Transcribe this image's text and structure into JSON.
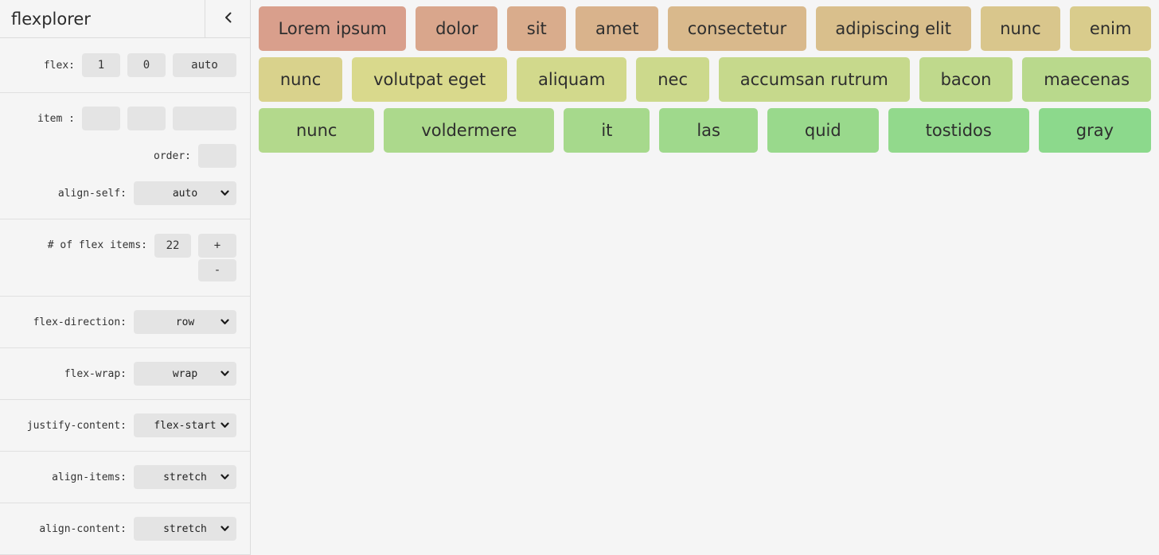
{
  "app": {
    "title": "flexplorer"
  },
  "sidebar": {
    "flex": {
      "label": "flex:",
      "values": [
        "1",
        "0",
        "auto"
      ]
    },
    "item": {
      "label": "item :",
      "values": [
        "",
        "",
        ""
      ]
    },
    "order": {
      "label": "order:",
      "value": ""
    },
    "align_self": {
      "label": "align-self:",
      "value": "auto"
    },
    "num_items": {
      "label": "# of flex items:",
      "value": "22",
      "increment": "+",
      "decrement": "-"
    },
    "flex_direction": {
      "label": "flex-direction:",
      "value": "row"
    },
    "flex_wrap": {
      "label": "flex-wrap:",
      "value": "wrap"
    },
    "justify_content": {
      "label": "justify-content:",
      "value": "flex-start"
    },
    "align_items": {
      "label": "align-items:",
      "value": "stretch"
    },
    "align_content": {
      "label": "align-content:",
      "value": "stretch"
    }
  },
  "flex_items": [
    {
      "label": "Lorem ipsum",
      "color": "#d99f8c",
      "row": 1
    },
    {
      "label": "dolor",
      "color": "#d9a68c",
      "row": 1
    },
    {
      "label": "sit",
      "color": "#d9ac8c",
      "row": 1
    },
    {
      "label": "amet",
      "color": "#d9b38c",
      "row": 1
    },
    {
      "label": "consectetur",
      "color": "#d9b98c",
      "row": 1
    },
    {
      "label": "adipiscing elit",
      "color": "#d9bf8c",
      "row": 1
    },
    {
      "label": "nunc",
      "color": "#d9c68c",
      "row": 1
    },
    {
      "label": "enim",
      "color": "#d9cc8c",
      "row": 1
    },
    {
      "label": "nunc",
      "color": "#d9d28c",
      "row": 2
    },
    {
      "label": "volutpat eget",
      "color": "#d9d98c",
      "row": 2
    },
    {
      "label": "aliquam",
      "color": "#d2d98c",
      "row": 2
    },
    {
      "label": "nec",
      "color": "#ccd98c",
      "row": 2
    },
    {
      "label": "accumsan rutrum",
      "color": "#c6d98c",
      "row": 2
    },
    {
      "label": "bacon",
      "color": "#bfd98c",
      "row": 2
    },
    {
      "label": "maecenas",
      "color": "#b9d98c",
      "row": 2
    },
    {
      "label": "nunc",
      "color": "#b3d98c",
      "row": 3
    },
    {
      "label": "voldermere",
      "color": "#acd98c",
      "row": 3
    },
    {
      "label": "it",
      "color": "#a6d98c",
      "row": 3
    },
    {
      "label": "las",
      "color": "#9fd98c",
      "row": 3
    },
    {
      "label": "quid",
      "color": "#99d98c",
      "row": 3
    },
    {
      "label": "tostidos",
      "color": "#92d98c",
      "row": 3
    },
    {
      "label": "gray",
      "color": "#8cd98c",
      "row": 3
    }
  ]
}
